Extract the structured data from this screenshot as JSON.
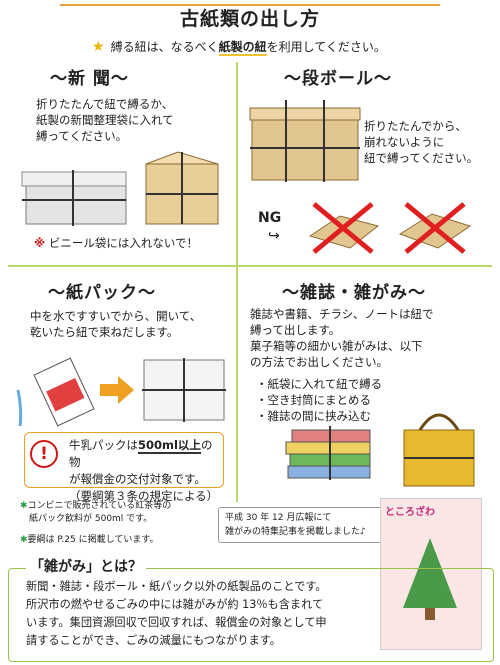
{
  "title": "古紙類の出し方",
  "note": {
    "pre": "縛る紐は、なるべく",
    "bold": "紙製の紐",
    "post": "を利用してください。"
  },
  "newspaper": {
    "heading": "～新 聞～",
    "lines": [
      "折りたたんで紐で縛るか、",
      "紙製の新聞整理袋に入れて",
      "縛ってください。"
    ],
    "warning_mark": "※",
    "warning": "ビニール袋には入れないで！"
  },
  "cardboard": {
    "heading": "～段ボール～",
    "lines": [
      "折りたたんでから、",
      "崩れないように",
      "紐で縛ってください。"
    ],
    "ng_label": "NG"
  },
  "milkcarton": {
    "heading": "～紙パック～",
    "lines": [
      "中を水ですすいでから、開いて、",
      "乾いたら紐で束ねだします。"
    ],
    "box_pre": "牛乳パックは",
    "box_bold": "500ml以上",
    "box_post": "の物",
    "box_line2": "が報償金の交付対象です。",
    "box_line3": "（要綱第３条の規定による）",
    "box_icon": "!"
  },
  "magazines": {
    "heading": "～雑誌・雑がみ～",
    "lines": [
      "雑誌や書籍、チラシ、ノートは紐で",
      "縛って出します。",
      "菓子箱等の細かい雑がみは、以下",
      "の方法でお出しください。"
    ],
    "bullets": [
      "・紙袋に入れて紐で縛る",
      "・空き封筒にまとめる",
      "・雑誌の間に挟み込む"
    ]
  },
  "footnotes": {
    "mark": "✱",
    "note1_line1": "コンビニで販売されている紅茶等の",
    "note1_line2": "紙パック飲料が 500ml です。",
    "note2": "要綱は P.25 に掲載しています。"
  },
  "callout": {
    "line1": "平成 30 年 12 月広報にて",
    "line2": "雑がみの特集記事を掲載しました♪"
  },
  "magazine_cover": "ところざわ",
  "zatsugami": {
    "title": "「雑がみ」とは？",
    "lines": [
      "新聞・雑誌・段ボール・紙パック以外の紙製品のことです。",
      "所沢市の燃やせるごみの中には雑がみが約 13％も含まれて",
      "います。集団資源回収で回収すれば、報償金の対象として申",
      "請することができ、ごみの減量にもつながります。"
    ]
  },
  "colors": {
    "accent_orange": "#e8a23a",
    "divider_green": "#b9d86a",
    "warning_red": "#d01818"
  }
}
